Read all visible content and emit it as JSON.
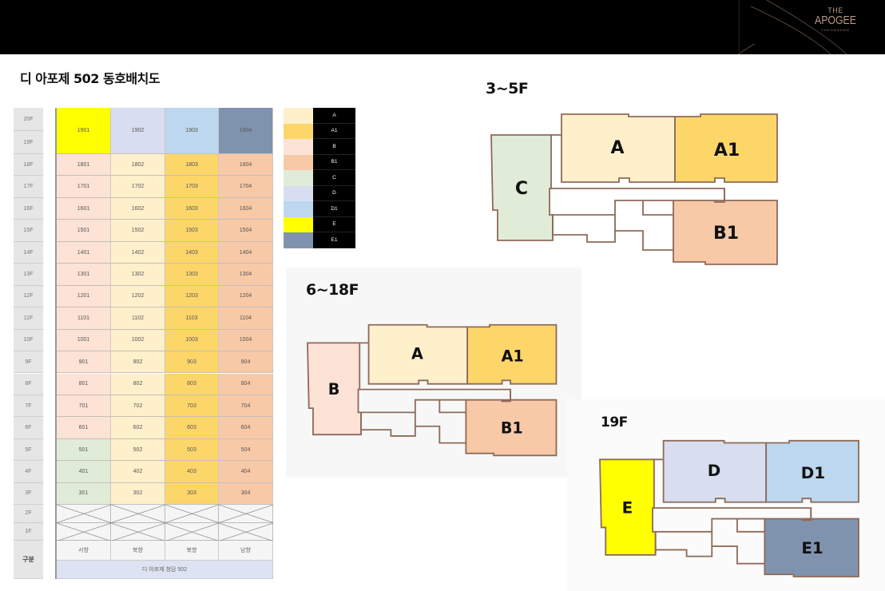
{
  "header": {
    "brand_the": "THE",
    "brand_name": "APOGEE",
    "brand_sub": "CHEONGDAM"
  },
  "page_title": "디 아포제 502 동호배치도",
  "unit_types": {
    "A": {
      "label": "A",
      "color": "#fff0cc"
    },
    "A1": {
      "label": "A1",
      "color": "#fdd66a"
    },
    "B": {
      "label": "B",
      "color": "#fde2d6"
    },
    "B1": {
      "label": "B1",
      "color": "#f8c9a7"
    },
    "C": {
      "label": "C",
      "color": "#e0ecd8"
    },
    "D": {
      "label": "D",
      "color": "#d8def0"
    },
    "D1": {
      "label": "D1",
      "color": "#bcd7ee"
    },
    "E": {
      "label": "E",
      "color": "#ffff00"
    },
    "E1": {
      "label": "E1",
      "color": "#8093ae"
    }
  },
  "legend": [
    "A",
    "A1",
    "B",
    "B1",
    "C",
    "D",
    "D1",
    "E",
    "E1"
  ],
  "table": {
    "floor_labels": [
      "20F",
      "19F",
      "18F",
      "17F",
      "16F",
      "15F",
      "14F",
      "13F",
      "12F",
      "11F",
      "10F",
      "9F",
      "8F",
      "7F",
      "6F",
      "5F",
      "4F",
      "3F",
      "2F",
      "1F"
    ],
    "category_label": "구분",
    "top_units": [
      {
        "unit": "1901",
        "type": "E"
      },
      {
        "unit": "1902",
        "type": "D"
      },
      {
        "unit": "1903",
        "type": "D1"
      },
      {
        "unit": "1904",
        "type": "E1"
      }
    ],
    "rows": [
      {
        "floor": "18F",
        "units": [
          "1801",
          "1802",
          "1803",
          "1804"
        ],
        "types": [
          "B",
          "A",
          "A1",
          "B1"
        ]
      },
      {
        "floor": "17F",
        "units": [
          "1701",
          "1702",
          "1703",
          "1704"
        ],
        "types": [
          "B",
          "A",
          "A1",
          "B1"
        ]
      },
      {
        "floor": "16F",
        "units": [
          "1601",
          "1602",
          "1603",
          "1604"
        ],
        "types": [
          "B",
          "A",
          "A1",
          "B1"
        ]
      },
      {
        "floor": "15F",
        "units": [
          "1501",
          "1502",
          "1503",
          "1504"
        ],
        "types": [
          "B",
          "A",
          "A1",
          "B1"
        ]
      },
      {
        "floor": "14F",
        "units": [
          "1401",
          "1402",
          "1403",
          "1404"
        ],
        "types": [
          "B",
          "A",
          "A1",
          "B1"
        ]
      },
      {
        "floor": "13F",
        "units": [
          "1301",
          "1302",
          "1303",
          "1304"
        ],
        "types": [
          "B",
          "A",
          "A1",
          "B1"
        ]
      },
      {
        "floor": "12F",
        "units": [
          "1201",
          "1202",
          "1203",
          "1204"
        ],
        "types": [
          "B",
          "A",
          "A1",
          "B1"
        ]
      },
      {
        "floor": "11F",
        "units": [
          "1101",
          "1102",
          "1103",
          "1104"
        ],
        "types": [
          "B",
          "A",
          "A1",
          "B1"
        ]
      },
      {
        "floor": "10F",
        "units": [
          "1001",
          "1002",
          "1003",
          "1004"
        ],
        "types": [
          "B",
          "A",
          "A1",
          "B1"
        ]
      },
      {
        "floor": "9F",
        "units": [
          "901",
          "902",
          "903",
          "904"
        ],
        "types": [
          "B",
          "A",
          "A1",
          "B1"
        ]
      },
      {
        "floor": "8F",
        "units": [
          "801",
          "802",
          "803",
          "804"
        ],
        "types": [
          "B",
          "A",
          "A1",
          "B1"
        ]
      },
      {
        "floor": "7F",
        "units": [
          "701",
          "702",
          "703",
          "704"
        ],
        "types": [
          "B",
          "A",
          "A1",
          "B1"
        ]
      },
      {
        "floor": "6F",
        "units": [
          "601",
          "602",
          "603",
          "604"
        ],
        "types": [
          "B",
          "A",
          "A1",
          "B1"
        ]
      },
      {
        "floor": "5F",
        "units": [
          "501",
          "502",
          "503",
          "504"
        ],
        "types": [
          "C",
          "A",
          "A1",
          "B1"
        ]
      },
      {
        "floor": "4F",
        "units": [
          "401",
          "402",
          "403",
          "404"
        ],
        "types": [
          "C",
          "A",
          "A1",
          "B1"
        ]
      },
      {
        "floor": "3F",
        "units": [
          "301",
          "302",
          "303",
          "304"
        ],
        "types": [
          "C",
          "A",
          "A1",
          "B1"
        ]
      }
    ],
    "non_residential_floors": [
      "2F",
      "1F"
    ],
    "directions": [
      "서향",
      "북향",
      "북향",
      "남향"
    ],
    "building_name": "디 아포제 청담 502"
  },
  "plans": [
    {
      "id": "p35",
      "label": "3~5F",
      "units": {
        "left": "C",
        "top_mid": "A",
        "top_right": "A1",
        "bottom_right": "B1"
      }
    },
    {
      "id": "p618",
      "label": "6~18F",
      "units": {
        "left": "B",
        "top_mid": "A",
        "top_right": "A1",
        "bottom_right": "B1"
      }
    },
    {
      "id": "p19",
      "label": "19F",
      "units": {
        "left": "E",
        "top_mid": "D",
        "top_right": "D1",
        "bottom_right": "E1"
      }
    }
  ]
}
